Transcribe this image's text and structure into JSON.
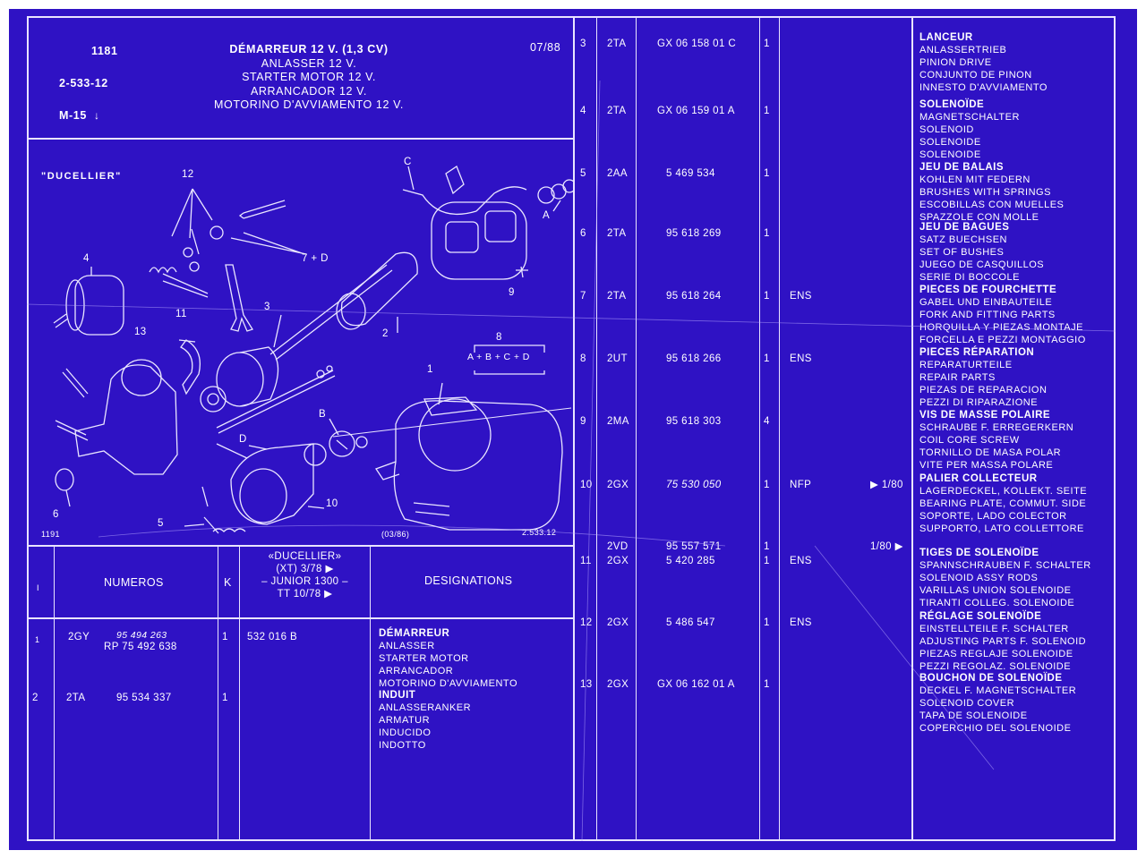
{
  "header": {
    "plate_no": "1181",
    "ref": "2-533-12",
    "model": "M-15",
    "date": "07/88",
    "titles": [
      "DÉMARREUR 12 V. (1,3 CV)",
      "ANLASSER 12 V.",
      "STARTER MOTOR 12 V.",
      "ARRANCADOR 12 V.",
      "MOTORINO D'AVVIAMENTO 12 V."
    ]
  },
  "diagram": {
    "maker": "\"DUCELLIER\"",
    "callouts": [
      "12",
      "C",
      "A",
      "4",
      "7 + D",
      "9",
      "11",
      "3",
      "2",
      "13",
      "8",
      "A + B + C + D",
      "1",
      "B",
      "D",
      "6",
      "10",
      "5"
    ],
    "footer_left": "1191",
    "footer_mid": "(03/86)",
    "footer_right": "2.533.12"
  },
  "left_table": {
    "col_item": "I",
    "col_numeros": "NUMEROS",
    "col_k": "K",
    "col_app": [
      "«DUCELLIER»",
      "(XT) 3/78 ▶",
      "– JUNIOR 1300 –",
      "TT 10/78 ▶"
    ],
    "col_designations": "DESIGNATIONS",
    "rows": [
      {
        "item": "1",
        "code": "2GY",
        "numbers": [
          "95 494 263",
          "RP 75 492 638"
        ],
        "k": "1",
        "app": "532 016 B",
        "desc": [
          "DÉMARREUR",
          "ANLASSER",
          "STARTER MOTOR",
          "ARRANCADOR",
          "MOTORINO D'AVVIAMENTO"
        ]
      },
      {
        "item": "2",
        "code": "2TA",
        "numbers": [
          "95 534 337"
        ],
        "k": "1",
        "app": "",
        "desc": [
          "INDUIT",
          "ANLASSERANKER",
          "ARMATUR",
          "INDUCIDO",
          "INDOTTO"
        ]
      }
    ]
  },
  "right_table": {
    "rows": [
      {
        "item": "3",
        "code": "2TA",
        "number": "GX 06 158 01 C",
        "qty": "1",
        "ens": "",
        "note": "",
        "desc": [
          "LANCEUR",
          "ANLASSERTRIEB",
          "PINION DRIVE",
          "CONJUNTO DE PINON",
          "INNESTO D'AVVIAMENTO"
        ]
      },
      {
        "item": "4",
        "code": "2TA",
        "number": "GX 06 159 01 A",
        "qty": "1",
        "ens": "",
        "note": "",
        "desc": [
          "SOLENOÏDE",
          "MAGNETSCHALTER",
          "SOLENOID",
          "SOLENOIDE",
          "SOLENOIDE"
        ]
      },
      {
        "item": "5",
        "code": "2AA",
        "number": "5 469 534",
        "qty": "1",
        "ens": "",
        "note": "",
        "desc": [
          "JEU DE BALAIS",
          "KOHLEN MIT FEDERN",
          "BRUSHES WITH SPRINGS",
          "ESCOBILLAS CON MUELLES",
          "SPAZZOLE CON MOLLE"
        ]
      },
      {
        "item": "6",
        "code": "2TA",
        "number": "95 618 269",
        "qty": "1",
        "ens": "",
        "note": "",
        "desc": [
          "JEU DE BAGUES",
          "SATZ BUECHSEN",
          "SET OF BUSHES",
          "JUEGO DE CASQUILLOS",
          "SERIE DI BOCCOLE"
        ]
      },
      {
        "item": "7",
        "code": "2TA",
        "number": "95 618 264",
        "qty": "1",
        "ens": "ENS",
        "note": "",
        "desc": [
          "PIECES DE FOURCHETTE",
          "GABEL UND EINBAUTEILE",
          "FORK AND FITTING PARTS",
          "HORQUILLA Y PIEZAS MONTAJE",
          "FORCELLA E PEZZI MONTAGGIO"
        ]
      },
      {
        "item": "8",
        "code": "2UT",
        "number": "95 618 266",
        "qty": "1",
        "ens": "ENS",
        "note": "",
        "desc": [
          "PIECES RÉPARATION",
          "REPARATURTEILE",
          "REPAIR PARTS",
          "PIEZAS DE REPARACION",
          "PEZZI DI RIPARAZIONE"
        ]
      },
      {
        "item": "9",
        "code": "2MA",
        "number": "95 618 303",
        "qty": "4",
        "ens": "",
        "note": "",
        "desc": [
          "VIS DE MASSE POLAIRE",
          "SCHRAUBE F. ERREGERKERN",
          "COIL CORE SCREW",
          "TORNILLO DE MASA POLAR",
          "VITE PER MASSA POLARE"
        ]
      },
      {
        "item": "10",
        "code": "2GX",
        "number": "75 530 050",
        "qty": "1",
        "ens": "NFP",
        "note": "▶ 1/80",
        "desc": [
          "PALIER COLLECTEUR",
          "LAGERDECKEL, KOLLEKT. SEITE",
          "BEARING PLATE, COMMUT. SIDE",
          "SOPORTE, LADO COLECTOR",
          "SUPPORTO, LATO COLLETTORE"
        ]
      },
      {
        "item": "",
        "code": "2VD",
        "number": "95 557 571",
        "qty": "1",
        "ens": "",
        "note": "1/80 ▶",
        "desc": []
      },
      {
        "item": "11",
        "code": "2GX",
        "number": "5 420 285",
        "qty": "1",
        "ens": "ENS",
        "note": "",
        "desc": [
          "TIGES DE SOLENOÏDE",
          "SPANNSCHRAUBEN F. SCHALTER",
          "SOLENOID ASSY RODS",
          "VARILLAS UNION SOLENOIDE",
          "TIRANTI COLLEG. SOLENOIDE"
        ]
      },
      {
        "item": "12",
        "code": "2GX",
        "number": "5 486 547",
        "qty": "1",
        "ens": "ENS",
        "note": "",
        "desc": [
          "RÉGLAGE SOLENOÏDE",
          "EINSTELLTEILE F. SCHALTER",
          "ADJUSTING PARTS F. SOLENOID",
          "PIEZAS REGLAJE SOLENOIDE",
          "PEZZI REGOLAZ. SOLENOIDE"
        ]
      },
      {
        "item": "13",
        "code": "2GX",
        "number": "GX 06 162 01 A",
        "qty": "1",
        "ens": "",
        "note": "",
        "desc": [
          "BOUCHON DE SOLENOÏDE",
          "DECKEL F. MAGNETSCHALTER",
          "SOLENOID COVER",
          "TAPA DE SOLENOIDE",
          "COPERCHIO DEL SOLENOIDE"
        ]
      }
    ]
  }
}
